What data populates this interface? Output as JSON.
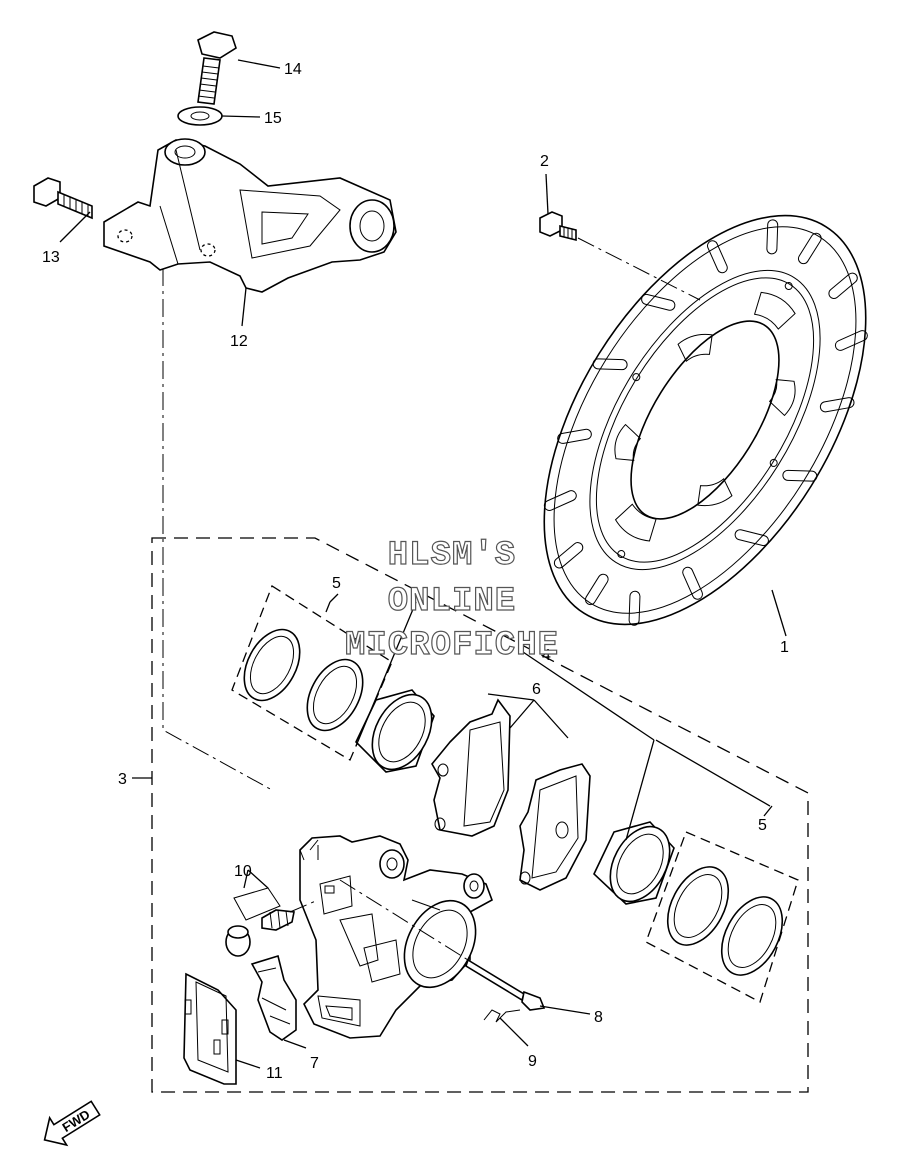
{
  "watermark": {
    "line1": "HLSM'S",
    "line2": "ONLINE",
    "line3": "MICROFICHE"
  },
  "callouts": {
    "c1": "1",
    "c2": "2",
    "c3": "3",
    "c4": "4",
    "c5a": "5",
    "c5b": "5",
    "c6": "6",
    "c7": "7",
    "c8": "8",
    "c9": "9",
    "c10": "10",
    "c11": "11",
    "c12": "12",
    "c13": "13",
    "c14": "14",
    "c15": "15"
  },
  "fwd_label": "FWD"
}
